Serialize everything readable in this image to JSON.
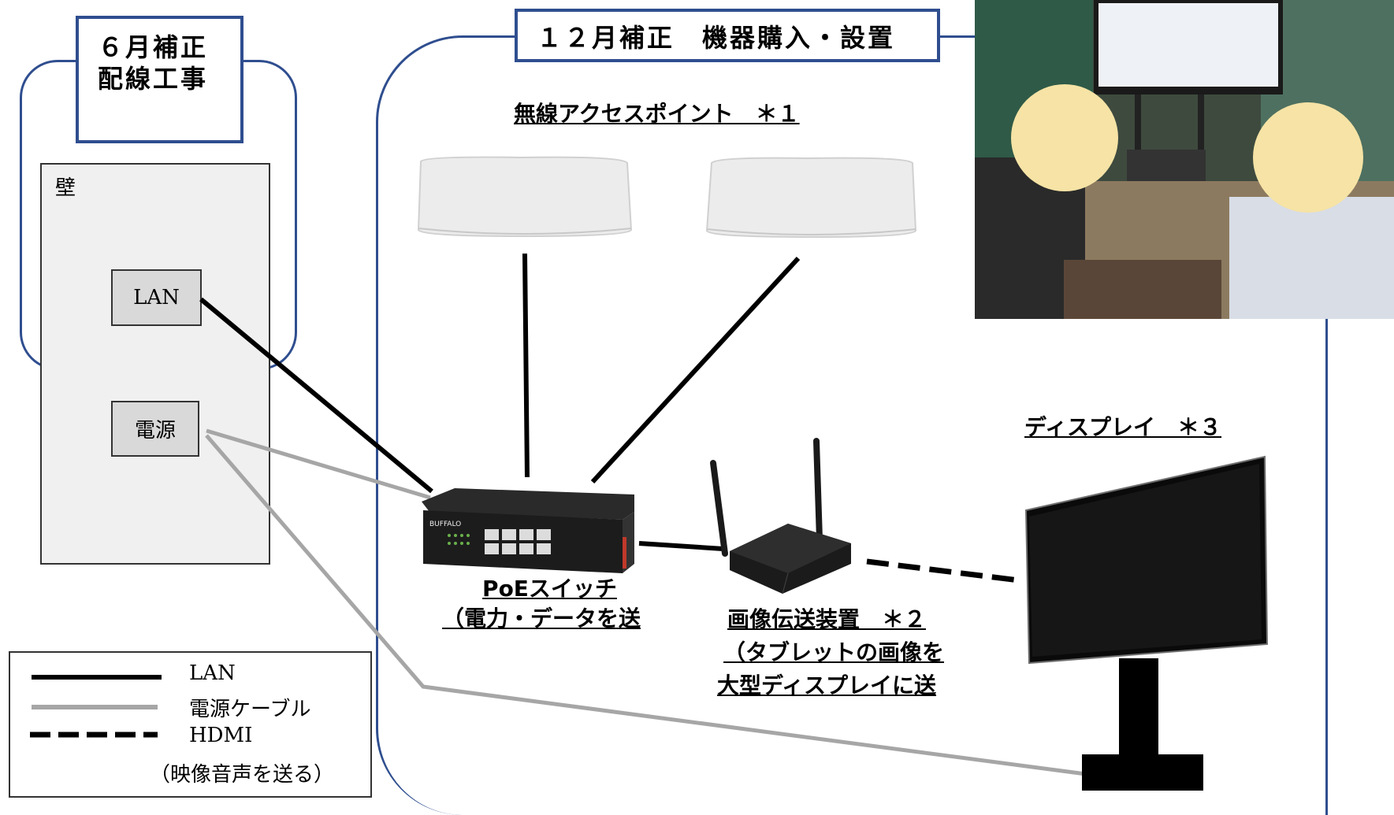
{
  "regions": {
    "june": {
      "title_line1": "６月補正",
      "title_line2": "配線工事"
    },
    "december": {
      "title": "１２月補正　機器購入・設置"
    }
  },
  "wall": {
    "label": "壁",
    "lan_socket": "LAN",
    "power_socket": "電源"
  },
  "devices": {
    "access_point_label": "無線アクセスポイント　＊１",
    "poe_switch_line1": "PoEスイッチ",
    "poe_switch_line2": "（電力・データを送",
    "transmitter_line1": "画像伝送装置　＊２",
    "transmitter_line2": "（タブレットの画像を",
    "transmitter_line3": "大型ディスプレイに送",
    "display_label": "ディスプレイ　＊３",
    "switch_brand": "BUFFALO"
  },
  "legend": {
    "lan": "LAN",
    "power": "電源ケーブル",
    "hdmi": "HDMI",
    "hdmi_note": "（映像音声を送る）"
  },
  "colors": {
    "region_border": "#2f4e8f",
    "lan_line": "#000000",
    "power_line": "#a6a6a6",
    "hdmi_line": "#000000"
  }
}
